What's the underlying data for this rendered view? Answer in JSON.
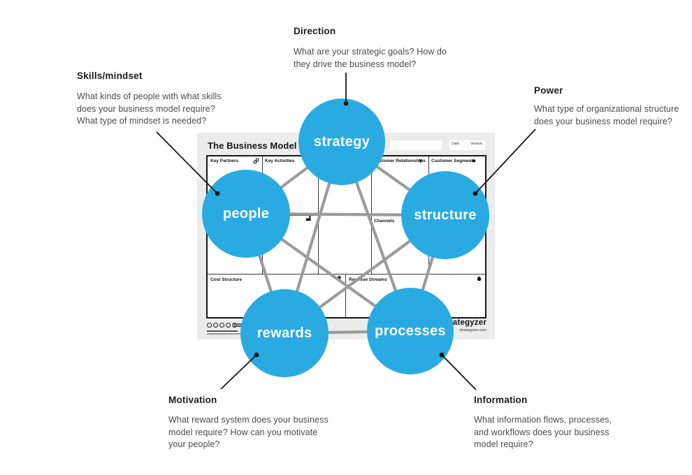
{
  "colors": {
    "circle_blue": "#29abe2",
    "connector_gray": "#9b9b9b",
    "leader_black": "#161616",
    "poster_background": "#ececec"
  },
  "annotations": {
    "direction": {
      "title": "Direction",
      "body": "What are your strategic goals? How do\nthey drive the business model?"
    },
    "skills": {
      "title": "Skills/mindset",
      "body": "What kinds of people with what skills\ndoes your business model require?\nWhat type of mindset is needed?"
    },
    "power": {
      "title": "Power",
      "body": "What type of organizational structure\ndoes your business model require?"
    },
    "motivation": {
      "title": "Motivation",
      "body": "What reward system does your business\nmodel require? How can you motivate\nyour people?"
    },
    "information": {
      "title": "Information",
      "body": "What information flows, processes,\nand workflows does your business\nmodel require?"
    }
  },
  "circles": {
    "strategy": "strategy",
    "people": "people",
    "structure": "structure",
    "rewards": "rewards",
    "processes": "processes"
  },
  "canvas": {
    "title": "The Business Model Canvas",
    "header_fields": {
      "date": "Date:",
      "version": "Version:"
    },
    "sections": {
      "key_partners": "Key Partners",
      "key_activities": "Key Activities",
      "customer_relationships": "Customer Relationships",
      "customer_segments": "Customer Segments",
      "channels": "Channels",
      "cost_structure": "Cost Structure",
      "revenue_streams": "Revenue Streams"
    },
    "icons": {
      "key_partners": "link-icon",
      "customer_relationships": "heart-icon",
      "customer_segments": "circle-icon",
      "key_resources": "factory-icon",
      "cost_structure": "price-tag-icon",
      "revenue_streams": "weight-icon"
    },
    "logo": "Strategyzer",
    "logo_domain": "strategyzer.com"
  }
}
